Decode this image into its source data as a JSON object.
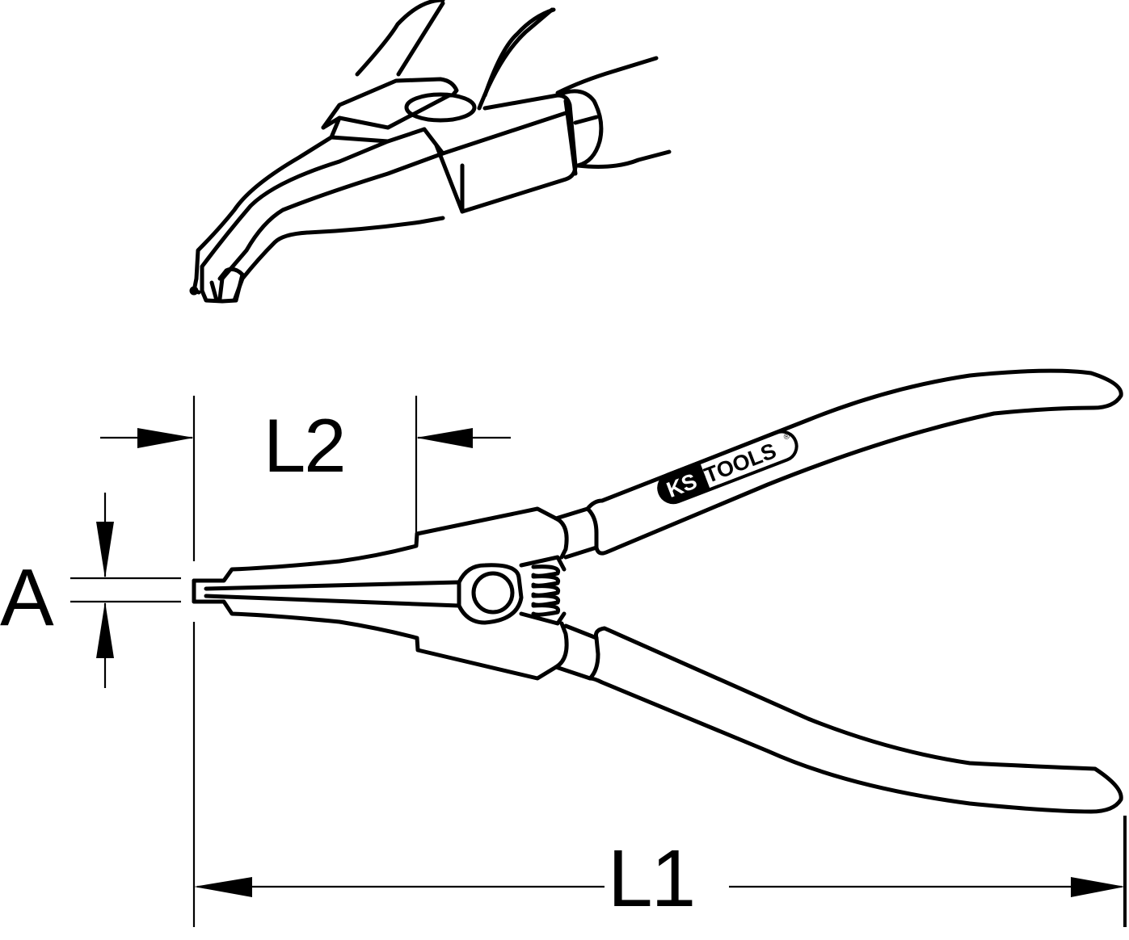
{
  "diagram": {
    "subject": "Circlip pliers (external, bent tip) technical dimension drawing",
    "brand_logo": {
      "prefix": "KS",
      "suffix": "TOOLS",
      "registered_mark": "®"
    },
    "dimensions": {
      "l2": {
        "label": "L2",
        "meaning": "tip length"
      },
      "a": {
        "label": "A",
        "meaning": "tip diameter"
      },
      "l1": {
        "label": "L1",
        "meaning": "overall length"
      }
    },
    "views": [
      {
        "name": "perspective-detail-view",
        "description": "angled tip close-up"
      },
      {
        "name": "side-view",
        "description": "full pliers with dimensions"
      }
    ],
    "colors": {
      "line": "#000000",
      "background": "#ffffff"
    }
  }
}
